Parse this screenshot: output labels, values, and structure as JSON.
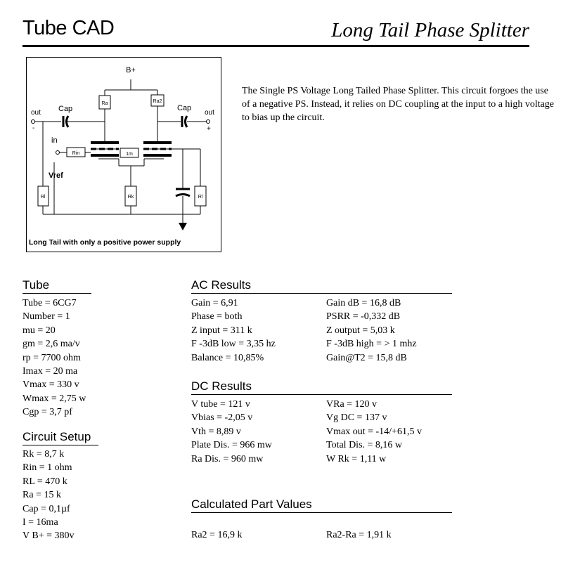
{
  "header": {
    "brand": "Tube CAD",
    "title": "Long Tail Phase Splitter"
  },
  "schematic": {
    "supply": "B+",
    "out_left": "out",
    "out_left_sign": "-",
    "out_right": "out",
    "out_right_sign": "+",
    "cap_left": "Cap",
    "cap_right": "Cap",
    "input": "in",
    "vref": "Vref",
    "r_in": "Rin",
    "r_a": "Ra",
    "r_a2": "Ra2",
    "r_k": "Rk",
    "r_l_left": "Rl",
    "r_l_right": "Rl",
    "center": "1m",
    "caption": "Long Tail with only a positive power supply"
  },
  "intro": "The Single PS Voltage Long Tailed Phase Splitter. This circuit forgoes the use of a negative PS. Instead, it relies on DC coupling at the input to a high voltage to bias up the circuit.",
  "tube": {
    "title": "Tube",
    "lines": [
      "Tube = 6CG7",
      "Number = 1",
      "mu = 20",
      "gm = 2,6 ma/v",
      "rp = 7700 ohm",
      "Imax = 20 ma",
      "Vmax = 330 v",
      "Wmax = 2,75 w",
      "Cgp = 3,7 pf"
    ]
  },
  "circuit": {
    "title": "Circuit Setup",
    "lines": [
      "Rk = 8,7 k",
      "Rin = 1 ohm",
      "RL = 470 k",
      "Ra = 15 k",
      "Cap = 0,1µf",
      "I = 16ma",
      "V B+ = 380v"
    ]
  },
  "ac": {
    "title": "AC Results",
    "left": [
      "Gain = 6,91",
      "Phase = both",
      "Z input = 311 k",
      "F -3dB low = 3,35 hz",
      "Balance = 10,85%"
    ],
    "right": [
      "Gain dB = 16,8 dB",
      "PSRR = -0,332 dB",
      "Z output = 5,03 k",
      "F -3dB high = > 1 mhz",
      "Gain@T2 = 15,8 dB"
    ]
  },
  "dc": {
    "title": "DC Results",
    "left": [
      "V tube = 121 v",
      "Vbias = -2,05 v",
      "Vth = 8,89 v",
      "Plate Dis. = 966 mw",
      "Ra Dis. = 960 mw"
    ],
    "right": [
      "VRa = 120 v",
      "Vg DC = 137 v",
      "Vmax out = -14/+61,5 v",
      "Total Dis. = 8,16 w",
      "W Rk = 1,11 w"
    ]
  },
  "calc": {
    "title": "Calculated Part Values",
    "left": [
      "Ra2 = 16,9 k"
    ],
    "right": [
      "Ra2-Ra = 1,91 k"
    ]
  }
}
